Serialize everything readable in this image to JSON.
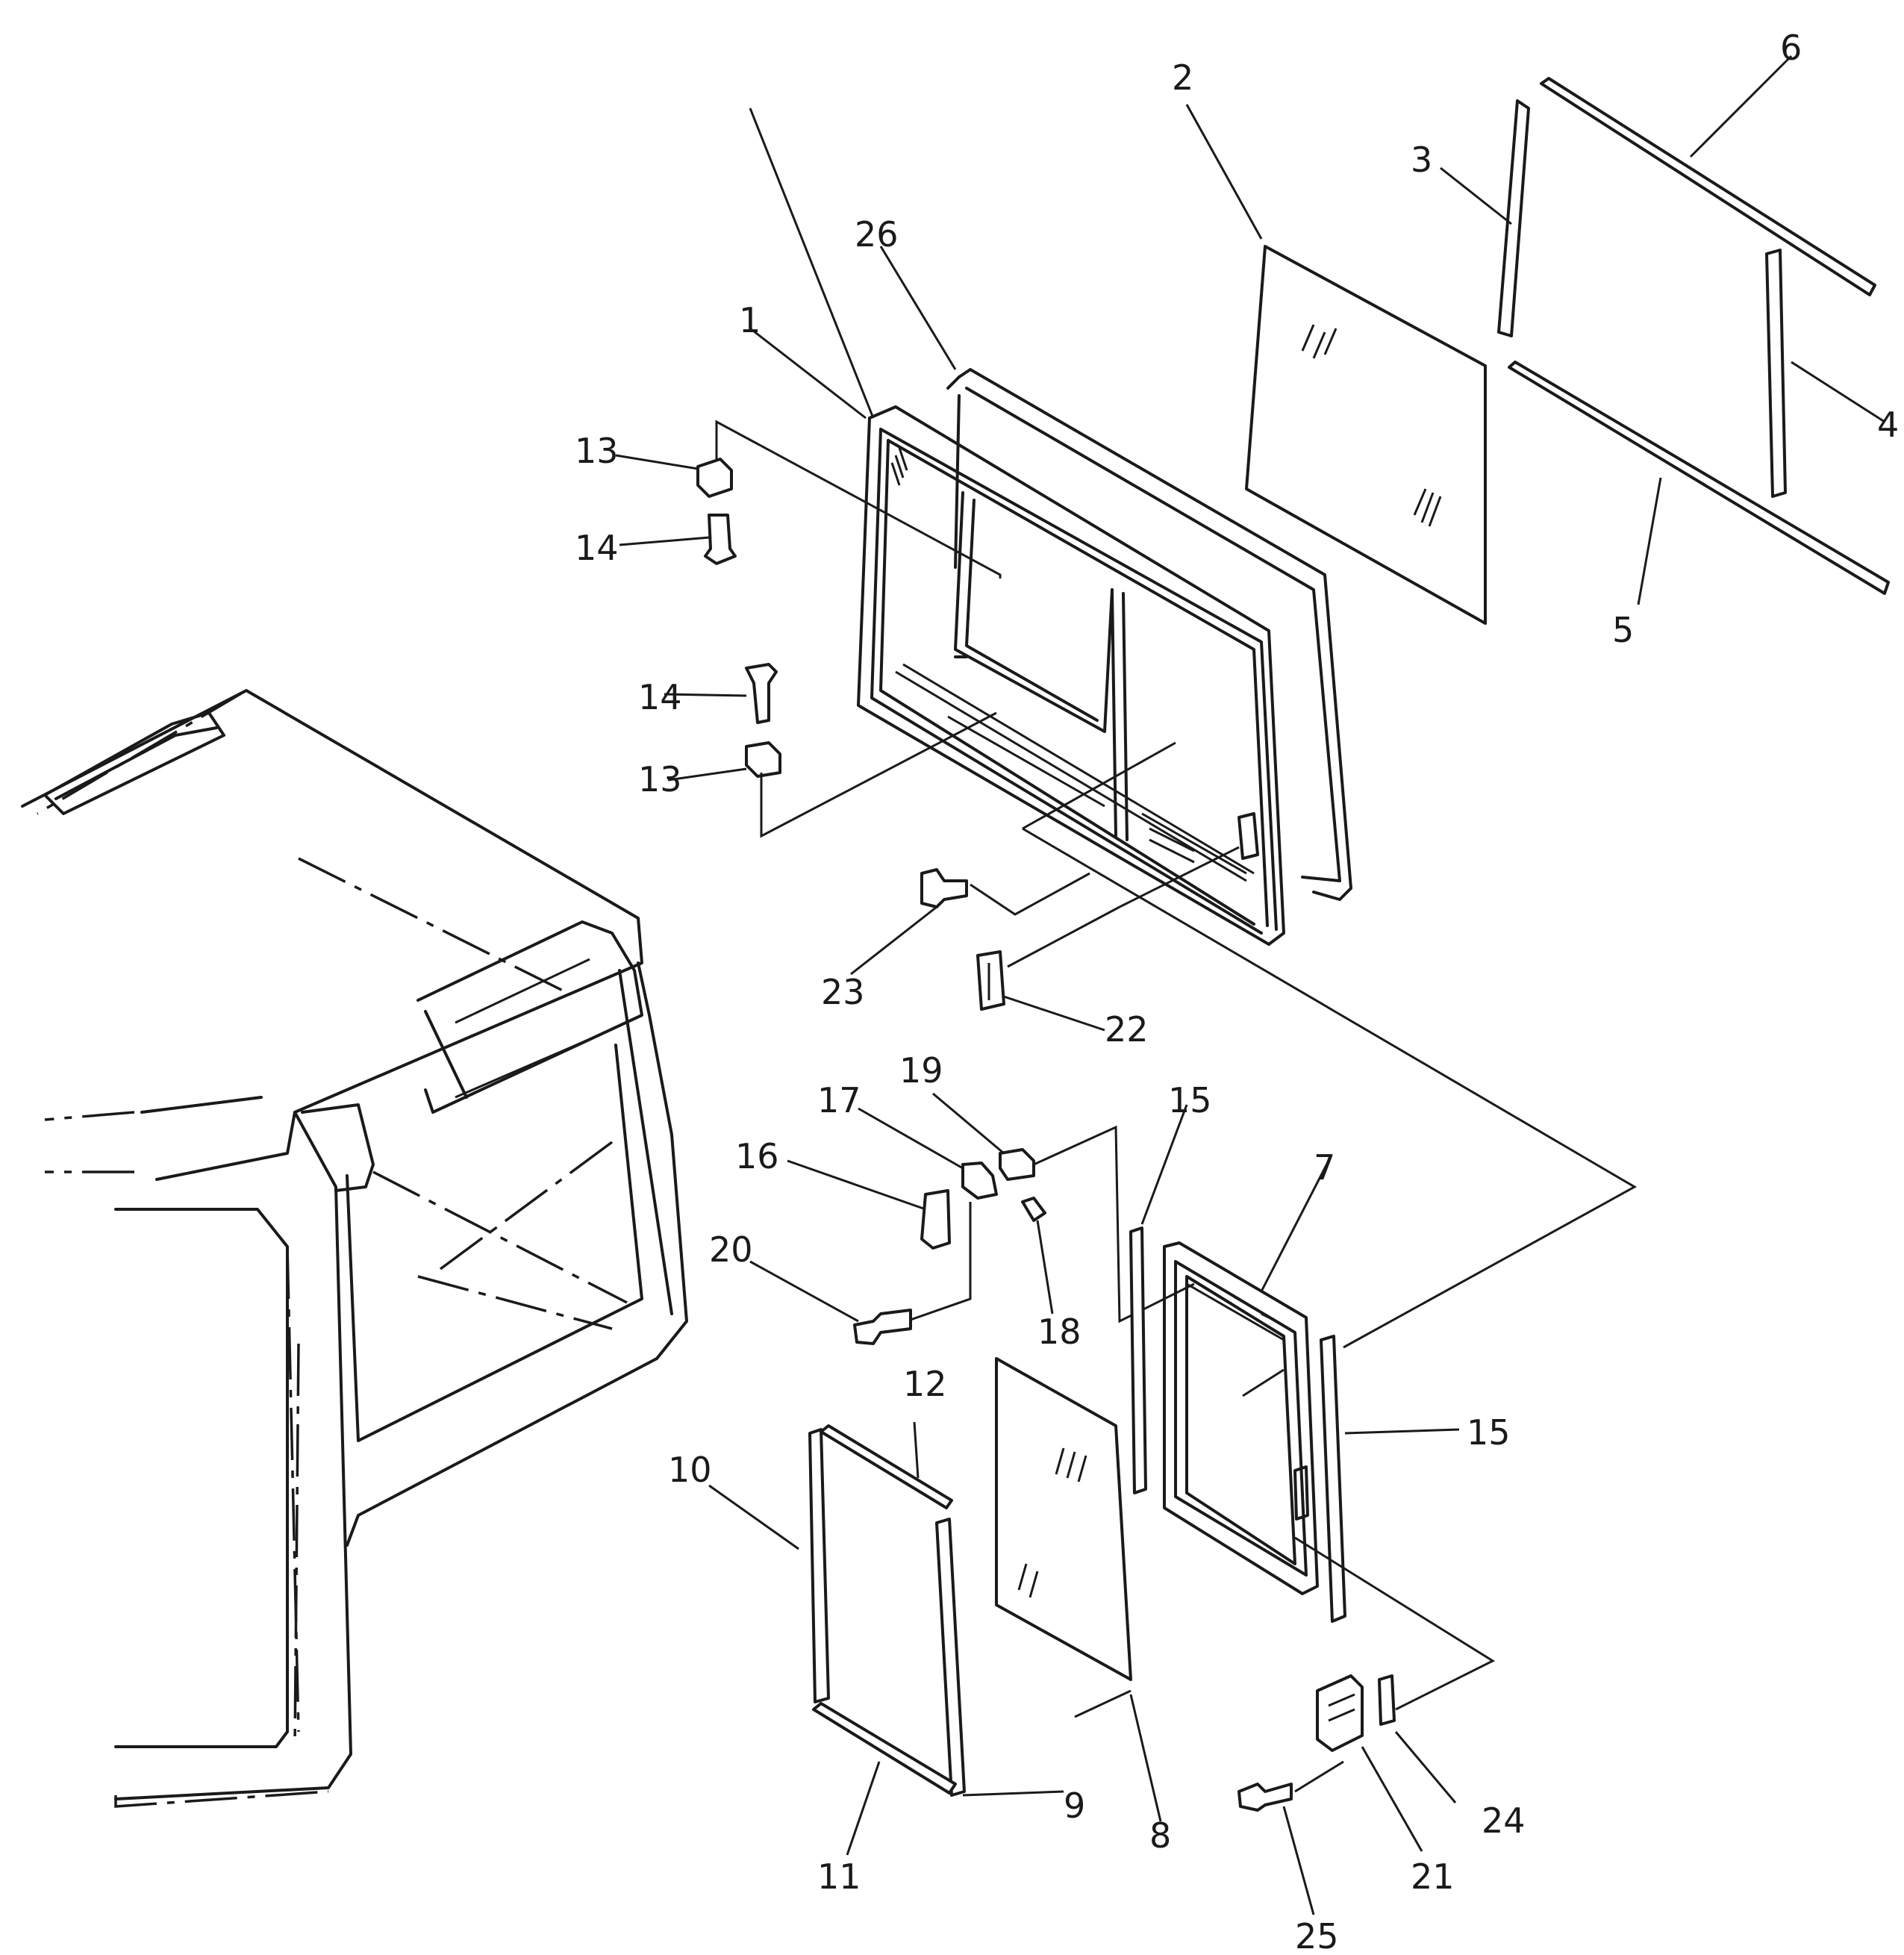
{
  "diagram": {
    "callouts": [
      {
        "id": "1",
        "label": "1"
      },
      {
        "id": "2",
        "label": "2"
      },
      {
        "id": "3",
        "label": "3"
      },
      {
        "id": "4",
        "label": "4"
      },
      {
        "id": "5",
        "label": "5"
      },
      {
        "id": "6",
        "label": "6"
      },
      {
        "id": "7",
        "label": "7"
      },
      {
        "id": "8",
        "label": "8"
      },
      {
        "id": "9",
        "label": "9"
      },
      {
        "id": "10",
        "label": "10"
      },
      {
        "id": "11",
        "label": "11"
      },
      {
        "id": "12",
        "label": "12"
      },
      {
        "id": "13a",
        "label": "13"
      },
      {
        "id": "13b",
        "label": "13"
      },
      {
        "id": "14a",
        "label": "14"
      },
      {
        "id": "14b",
        "label": "14"
      },
      {
        "id": "15a",
        "label": "15"
      },
      {
        "id": "15b",
        "label": "15"
      },
      {
        "id": "16",
        "label": "16"
      },
      {
        "id": "17",
        "label": "17"
      },
      {
        "id": "18",
        "label": "18"
      },
      {
        "id": "19",
        "label": "19"
      },
      {
        "id": "20",
        "label": "20"
      },
      {
        "id": "21",
        "label": "21"
      },
      {
        "id": "22",
        "label": "22"
      },
      {
        "id": "23",
        "label": "23"
      },
      {
        "id": "24",
        "label": "24"
      },
      {
        "id": "25",
        "label": "25"
      },
      {
        "id": "26",
        "label": "26"
      }
    ]
  }
}
